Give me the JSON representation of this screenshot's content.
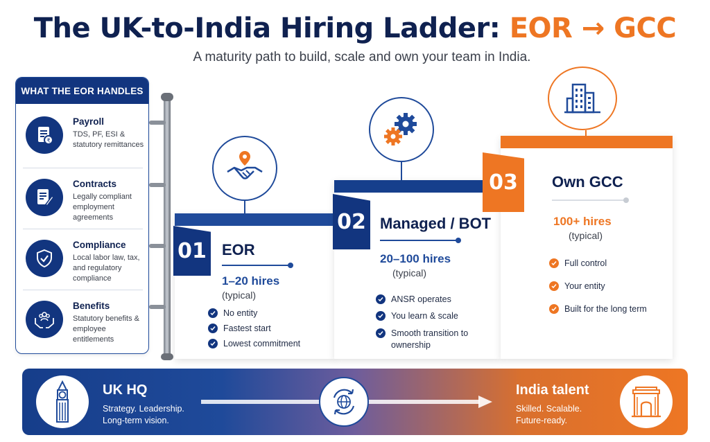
{
  "header": {
    "title": "The UK-to-India Hiring Ladder: ",
    "title_accent": "EOR → GCC",
    "subtitle": "A maturity path to build, scale and own your team in India."
  },
  "eor_panel": {
    "heading": "WHAT THE EOR HANDLES",
    "items": [
      {
        "title": "Payroll",
        "desc": "TDS, PF, ESI & statutory remittances",
        "icon": "payroll-document-icon"
      },
      {
        "title": "Contracts",
        "desc": "Legally compliant employment agreements",
        "icon": "contract-pen-icon"
      },
      {
        "title": "Compliance",
        "desc": "Local labor law, tax, and regulatory compliance",
        "icon": "shield-check-icon"
      },
      {
        "title": "Benefits",
        "desc": "Statutory benefits & employee entitlements",
        "icon": "hands-people-icon"
      }
    ]
  },
  "steps": [
    {
      "number": "01",
      "name": "EOR",
      "hires": "1–20 hires",
      "typical": "(typical)",
      "icon": "handshake-location-icon",
      "points": [
        "No entity",
        "Fastest start",
        "Lowest commitment"
      ]
    },
    {
      "number": "02",
      "name": "Managed / BOT",
      "hires": "20–100 hires",
      "typical": "(typical)",
      "icon": "gears-icon",
      "points": [
        "ANSR operates",
        "You learn & scale",
        "Smooth transition to ownership"
      ]
    },
    {
      "number": "03",
      "name": "Own GCC",
      "hires": "100+ hires",
      "typical": "(typical)",
      "icon": "office-building-icon",
      "points": [
        "Full control",
        "Your entity",
        "Built for the long term"
      ]
    }
  ],
  "band": {
    "left_title": "UK HQ",
    "left_desc": "Strategy. Leadership. Long-term vision.",
    "right_title": "India talent",
    "right_desc": "Skilled. Scalable. Future-ready."
  },
  "colors": {
    "navy": "#12357f",
    "blue": "#1f4a9a",
    "orange": "#ee7623"
  }
}
